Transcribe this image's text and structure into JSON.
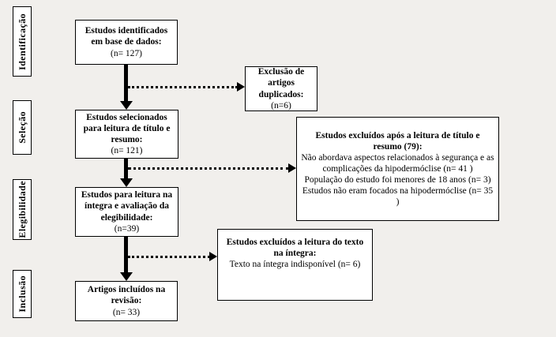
{
  "stages": [
    {
      "label": "Identificação"
    },
    {
      "label": "Seleção"
    },
    {
      "label": "Elegibilidade"
    },
    {
      "label": "Inclusão"
    }
  ],
  "main_flow": [
    {
      "title": "Estudos identificados em base de dados:",
      "count": "(n= 127)"
    },
    {
      "title": "Estudos selecionados para leitura de título e resumo:",
      "count": "(n= 121)"
    },
    {
      "title": "Estudos para leitura na íntegra e avaliação da elegibilidade:",
      "count": "(n=39)"
    },
    {
      "title": "Artigos incluídos na revisão:",
      "count": "(n= 33)"
    }
  ],
  "exclusion_boxes": [
    {
      "title": "Exclusão de artigos duplicados:",
      "count": "(n=6)"
    },
    {
      "title": "Estudos excluídos após a leitura de título e resumo (79):",
      "lines": [
        "Não abordava aspectos relacionados à segurança e as complicações da hipodermóclise (n= 41 )",
        "População do estudo foi menores de 18 anos (n= 3)",
        "Estudos não eram focados na hipodermóclise (n= 35 )"
      ]
    },
    {
      "title": "Estudos excluídos a leitura do texto na íntegra:",
      "lines": [
        "Texto na íntegra indisponível (n= 6)"
      ]
    }
  ]
}
